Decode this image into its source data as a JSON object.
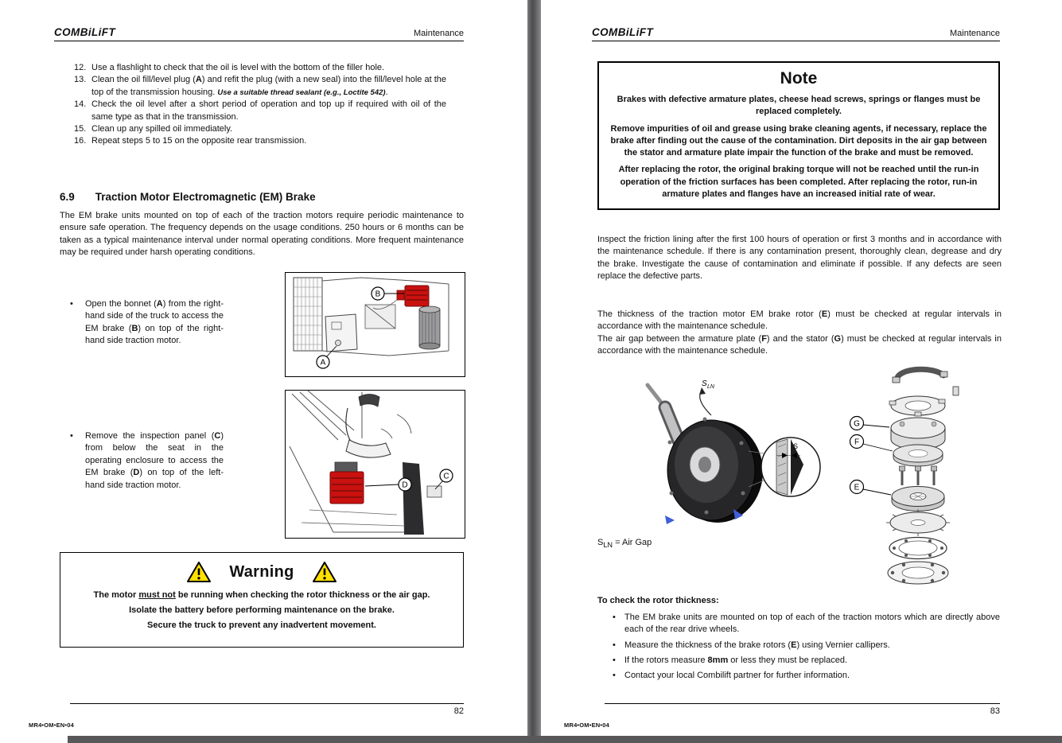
{
  "left_page": {
    "header": {
      "logo": "COMBiLiFT",
      "section": "Maintenance"
    },
    "numbered_list": [
      {
        "num": "12.",
        "html": "Use a flashlight to check that the oil is level with the bottom of the filler hole."
      },
      {
        "num": "13.",
        "html": "Clean the oil fill/level plug (<b>A</b>) and refit the plug (with a new seal) into the fill/level hole at the top of the transmission housing. <b><i style='font-size:9.5px'>Use a suitable thread sealant (e.g., Loctite 542)</i></b>."
      },
      {
        "num": "14.",
        "html": "Check the oil level after a short period of operation and top up if required with oil of the same type as that in the transmission."
      },
      {
        "num": "15.",
        "html": "Clean up any spilled oil immediately."
      },
      {
        "num": "16.",
        "html": "Repeat steps 5 to 15 on the opposite rear transmission."
      }
    ],
    "section": {
      "number": "6.9",
      "title": "Traction Motor Electromagnetic (EM) Brake"
    },
    "intro": "The EM brake units mounted on top of each of the traction motors require periodic maintenance to ensure safe operation. The frequency depends on the usage conditions. 250 hours or 6 months can be taken as a typical maintenance interval under normal operating conditions. More frequent maintenance may be required under harsh operating conditions.",
    "bullets": [
      {
        "html": "Open the bonnet (<b>A</b>) from the right-hand side of the truck to access the EM brake (<b>B</b>) on top of the right-hand side traction motor."
      },
      {
        "html": "Remove the inspection panel (<b>C</b>) from below the seat in the operating enclosure to access the EM brake (<b>D</b>) on top of the left-hand side traction motor."
      }
    ],
    "figures": {
      "fig1": {
        "labels": {
          "a": "A",
          "b": "B"
        }
      },
      "fig2": {
        "labels": {
          "c": "C",
          "d": "D"
        }
      }
    },
    "warning": {
      "title": "Warning",
      "lines": [
        "The motor <u>must not</u> be running when checking the rotor thickness or the air gap.",
        "Isolate the battery before performing maintenance on the brake.",
        "Secure the truck to prevent any inadvertent movement."
      ]
    },
    "page_number": "82",
    "footer": "MR4•OM•EN•04"
  },
  "right_page": {
    "header": {
      "logo": "COMBiLiFT",
      "section": "Maintenance"
    },
    "note": {
      "title": "Note",
      "paragraphs": [
        "Brakes with defective armature plates, cheese head screws, springs or flanges must be replaced completely.",
        "Remove impurities of oil and grease using brake cleaning agents, if necessary, replace the brake after finding out the cause of the contamination. Dirt deposits in the air gap between the stator and armature plate impair the function of the brake and must be removed.",
        "After replacing the rotor, the original braking torque will not be reached until the run-in operation of the friction surfaces has been completed. After replacing the rotor, run-in armature plates and flanges have an increased initial rate of wear."
      ]
    },
    "para1": "Inspect the friction lining after the first 100 hours of operation or first 3 months and in accordance with the maintenance schedule. If there is any contamination present, thoroughly clean, degrease and dry the brake. Investigate the cause of contamination and eliminate if possible. If any defects are seen replace the defective parts.",
    "para2_html": "The thickness of the traction motor EM brake rotor (<b>E</b>) must be checked at regular intervals in accordance with the maintenance schedule.",
    "para3_html": "The air gap between the armature plate (<b>F</b>) and the stator (<b>G</b>) must be checked at regular intervals in accordance with the maintenance schedule.",
    "diagram": {
      "labels": {
        "e": "E",
        "f": "F",
        "g": "G"
      },
      "s_label": "S",
      "ln_label": "LN"
    },
    "air_gap_caption_html": "S<sub>LN</sub> = Air Gap",
    "check_heading": "To check the rotor thickness:",
    "check_bullets": [
      {
        "html": "The EM brake units are mounted on top of each of the traction motors which are directly above each of the rear drive wheels."
      },
      {
        "html": "Measure the thickness of the brake rotors (<b>E</b>) using Vernier callipers."
      },
      {
        "html": "If the rotors measure <b>8mm</b> or less they must be replaced."
      },
      {
        "html": "Contact your local Combilift partner for further information."
      }
    ],
    "page_number": "83",
    "footer": "MR4•OM•EN•04"
  }
}
